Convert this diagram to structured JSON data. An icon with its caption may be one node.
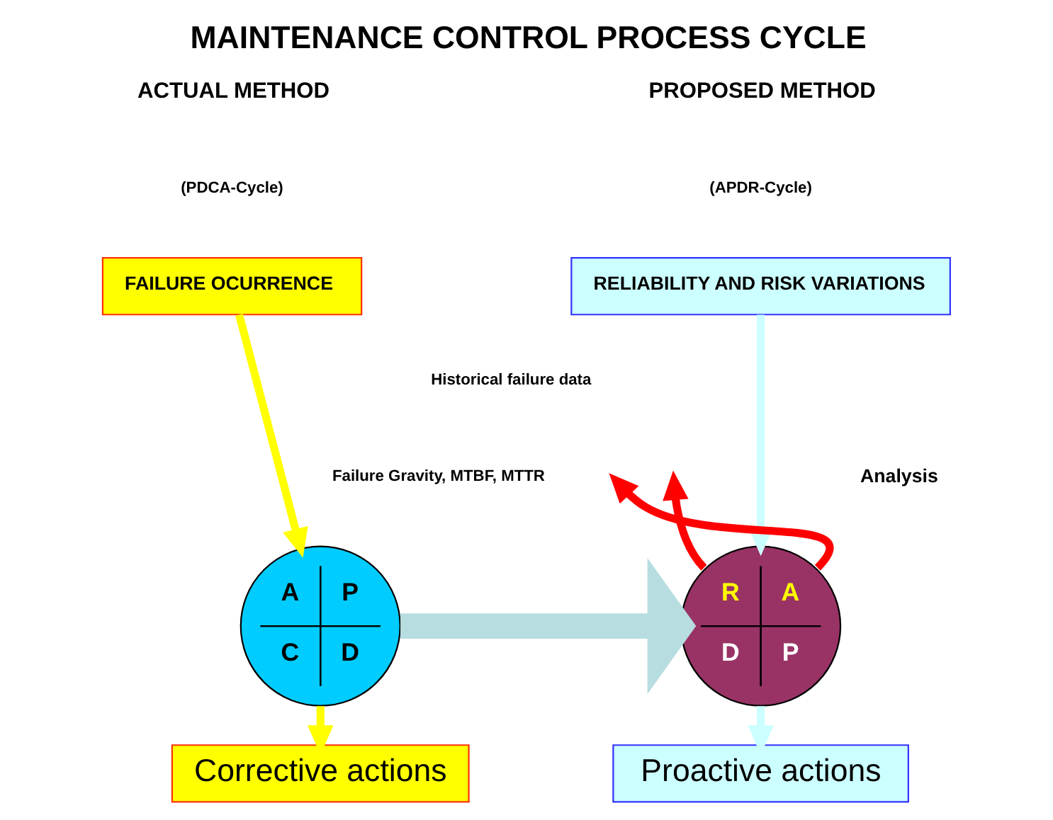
{
  "diagram": {
    "title": "MAINTENANCE CONTROL PROCESS CYCLE",
    "nodes": [
      {
        "text": [
          "FAILURE OCURRENCE"
        ]
      },
      {
        "text": [
          "A",
          "P",
          "C",
          "D"
        ]
      },
      {
        "text": [
          "Corrective actions"
        ]
      },
      {
        "text": [
          "RELIABILITY AND RISK VARIATIONS"
        ]
      },
      {
        "text": [
          "R",
          "A",
          "D",
          "P"
        ]
      },
      {
        "text": [
          "Proactive actions"
        ]
      }
    ],
    "edges": [
      {
        "from": 0,
        "to": 1,
        "arrow": "to",
        "color": "#ffff00"
      },
      {
        "from": 1,
        "to": 2,
        "arrow": "to",
        "color": "#ffff00"
      },
      {
        "from": 1,
        "to": 4,
        "arrow": "to",
        "style": "thick",
        "color": "#b7dde0"
      },
      {
        "from": 3,
        "to": 4,
        "arrow": "to",
        "color": "#ccffff"
      },
      {
        "from": 4,
        "to": null,
        "arrow": "to",
        "color": "#ff0000"
      },
      {
        "from": 4,
        "to": null,
        "arrow": "to",
        "color": "#ff0000"
      },
      {
        "from": 4,
        "to": 5,
        "arrow": "to",
        "color": "#ccffff"
      }
    ],
    "labels": [
      "ACTUAL METHOD",
      "(PDCA-Cycle)",
      "PROPOSED METHOD",
      "(APDR-Cycle)",
      "Historical failure data",
      "Failure Gravity, MTBF, MTTR",
      "Analysis"
    ]
  }
}
